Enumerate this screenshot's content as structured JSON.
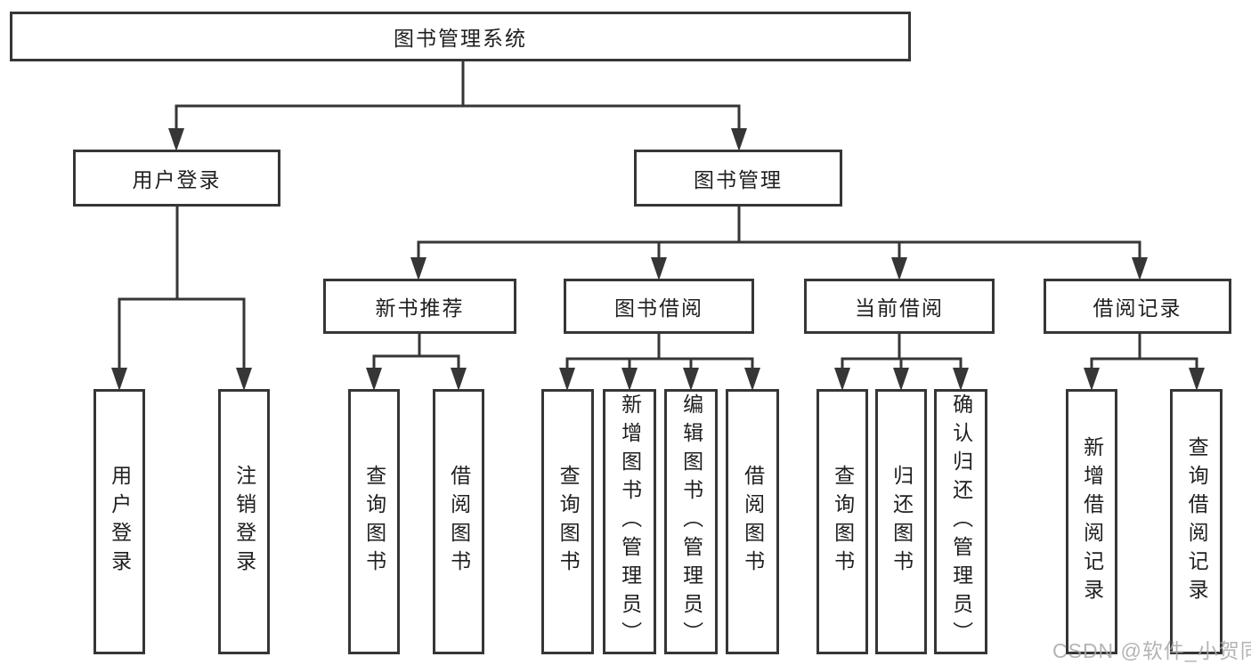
{
  "diagram": {
    "root": {
      "label": "图书管理系统"
    },
    "branches": {
      "user_login": {
        "label": "用户登录",
        "children": {
          "login": {
            "label": "用户登录"
          },
          "logout": {
            "label": "注销登录"
          }
        }
      },
      "book_mgmt": {
        "label": "图书管理",
        "children": {
          "new_book_rec": {
            "label": "新书推荐",
            "children": {
              "query": {
                "label": "查询图书"
              },
              "borrow": {
                "label": "借阅图书"
              }
            }
          },
          "book_borrow": {
            "label": "图书借阅",
            "children": {
              "query": {
                "label": "查询图书"
              },
              "add": {
                "label": "新增图书（管理员）"
              },
              "edit": {
                "label": "编辑图书（管理员）"
              },
              "borrow": {
                "label": "借阅图书"
              }
            }
          },
          "current_borrow": {
            "label": "当前借阅",
            "children": {
              "query": {
                "label": "查询图书"
              },
              "return": {
                "label": "归还图书"
              },
              "confirm": {
                "label": "确认归还（管理员）"
              }
            }
          },
          "borrow_records": {
            "label": "借阅记录",
            "children": {
              "add": {
                "label": "新增借阅记录"
              },
              "query": {
                "label": "查询借阅记录"
              }
            }
          }
        }
      }
    }
  },
  "watermark": {
    "text": "CSDN @软件_小贺同学"
  },
  "colors": {
    "line": "#363636",
    "text": "#1f1f1f",
    "background": "#ffffff",
    "watermark": "#a8a8a8"
  }
}
